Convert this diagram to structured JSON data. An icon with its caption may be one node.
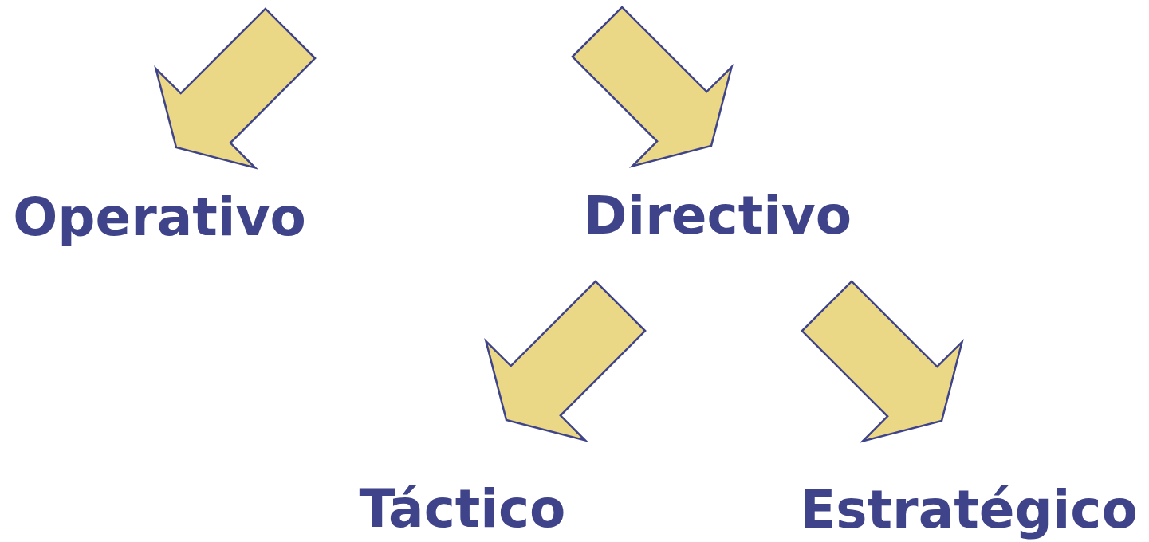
{
  "diagram": {
    "nodes": [
      {
        "text": [
          "Operativo"
        ]
      },
      {
        "text": [
          "Directivo"
        ]
      },
      {
        "text": [
          "Táctico"
        ]
      },
      {
        "text": [
          "Estratégico"
        ]
      }
    ],
    "edges": [
      {
        "from": null,
        "to": 0,
        "arrow": "to"
      },
      {
        "from": null,
        "to": 1,
        "arrow": "to"
      },
      {
        "from": 1,
        "to": 2,
        "arrow": "to"
      },
      {
        "from": 1,
        "to": 3,
        "arrow": "to"
      }
    ]
  }
}
